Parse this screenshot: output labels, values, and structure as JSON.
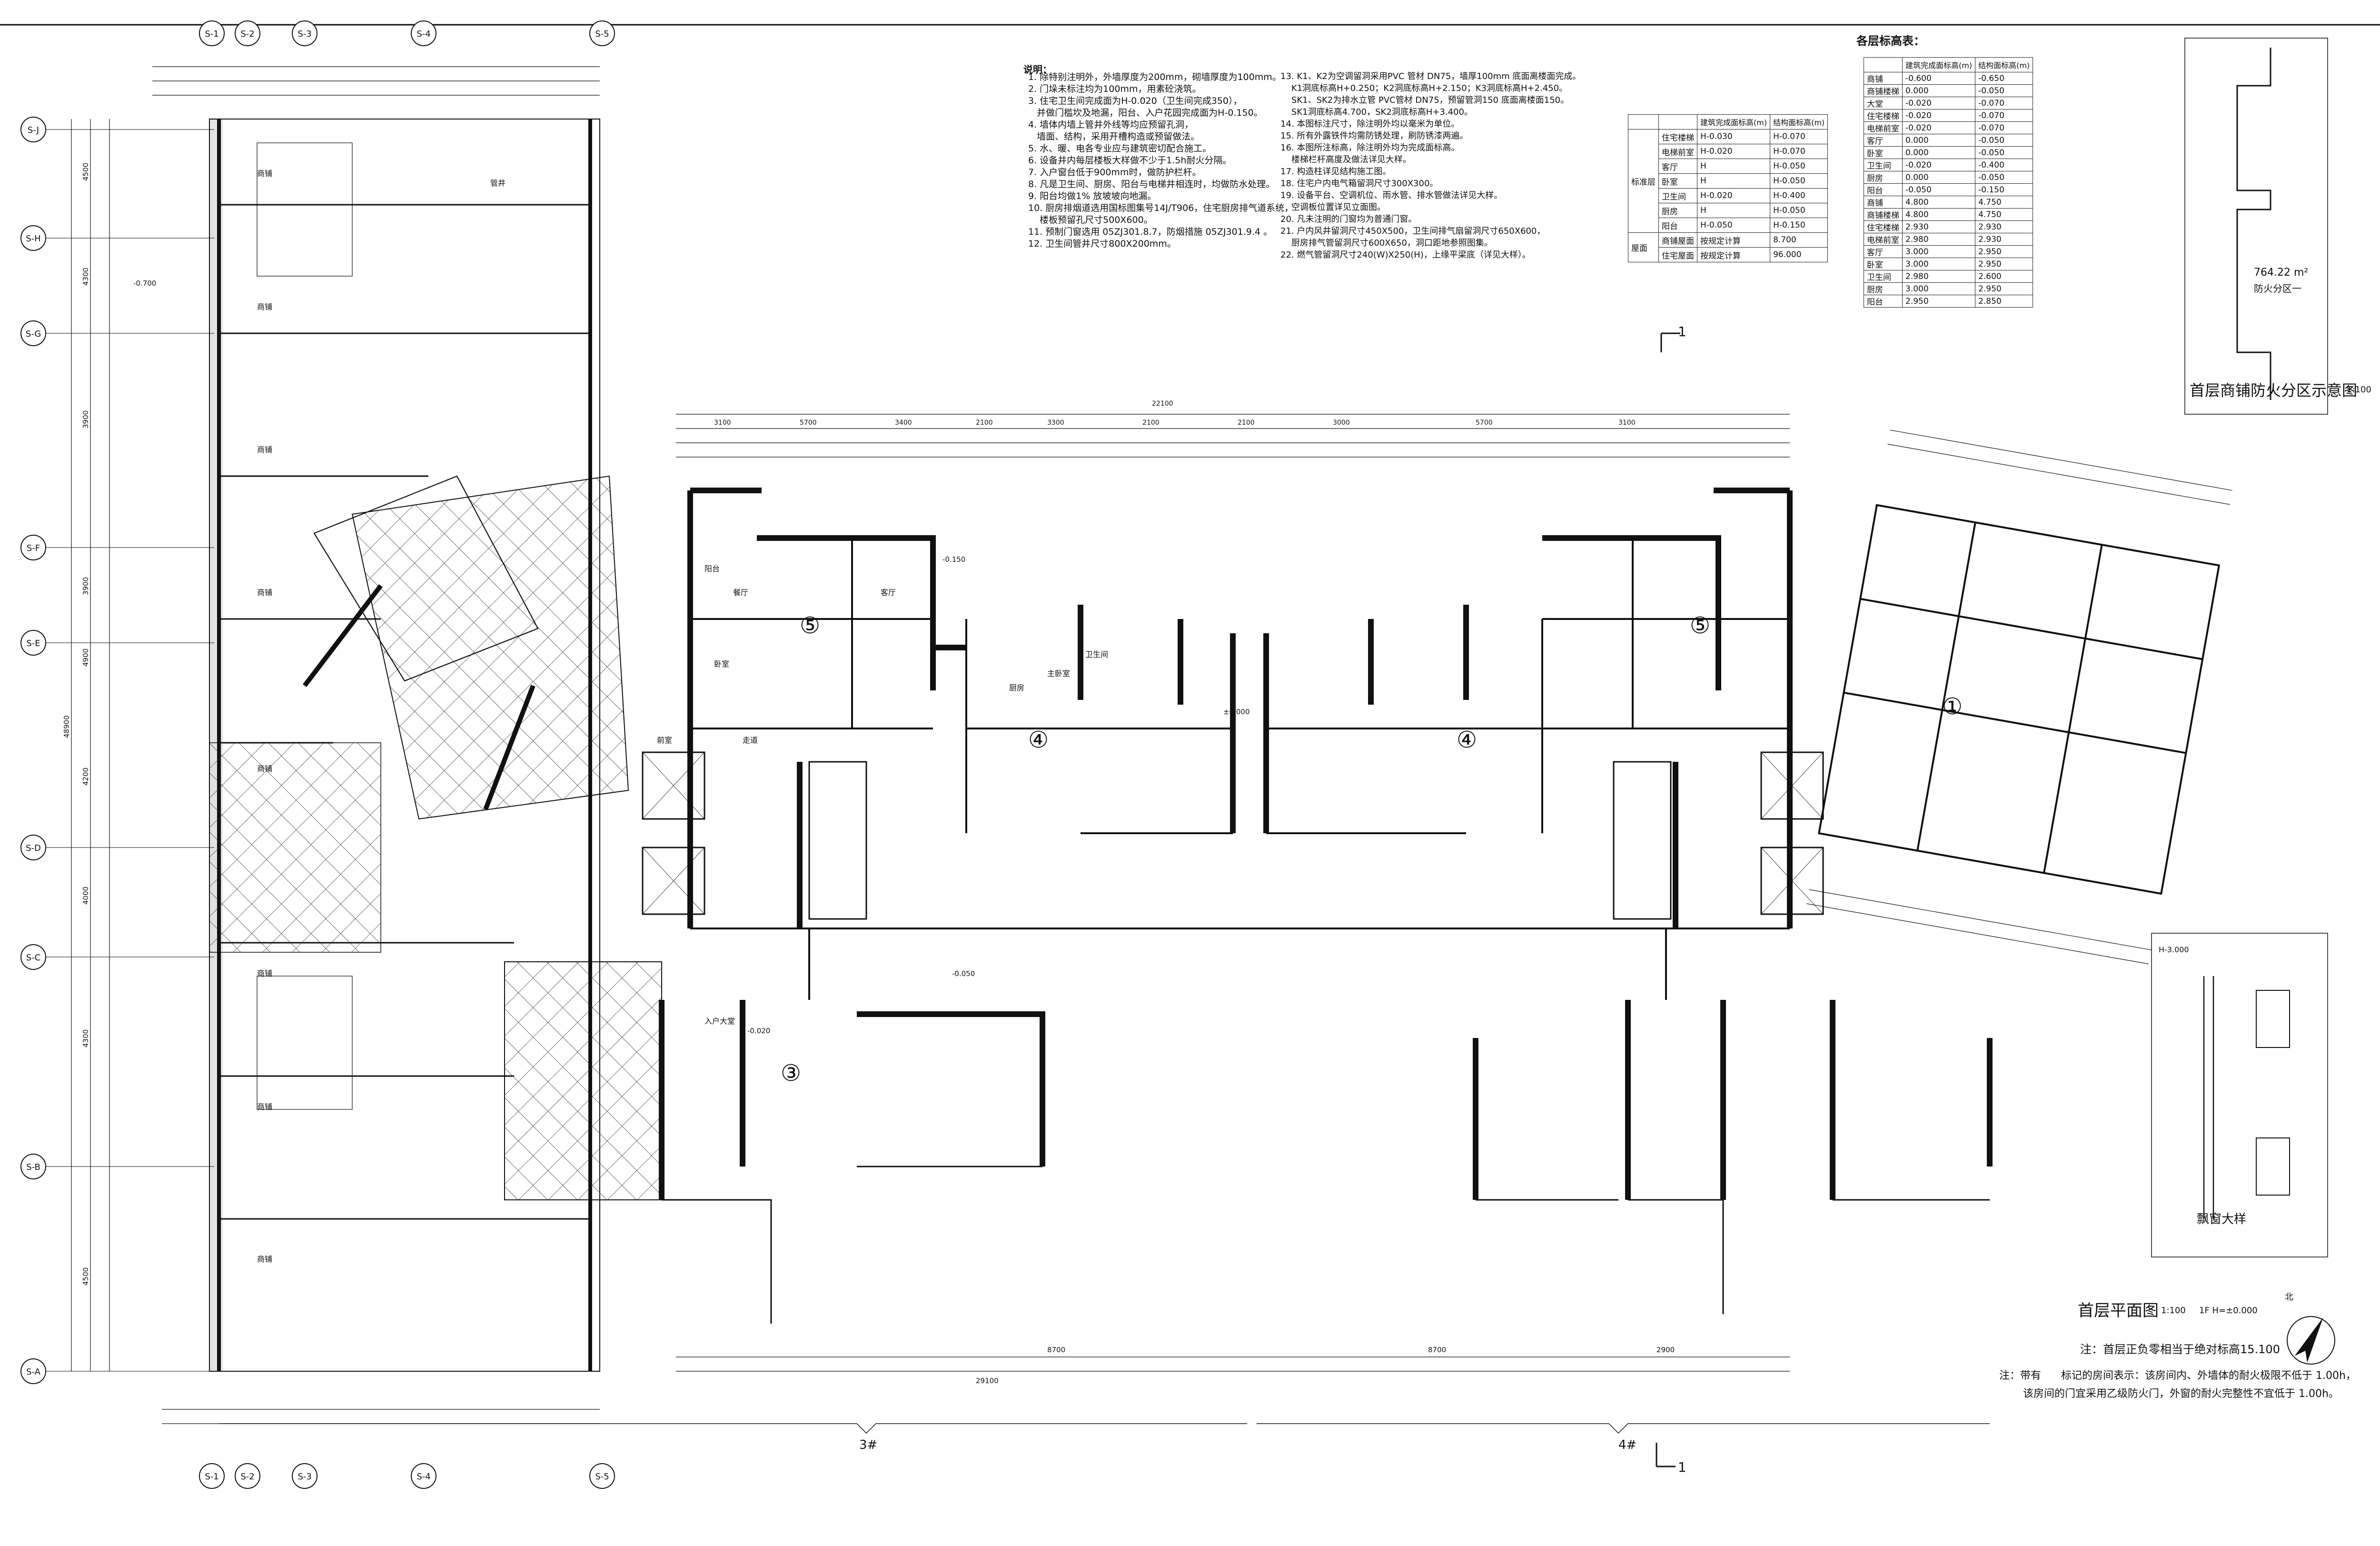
{
  "notes": {
    "heading": "说明：",
    "col1": [
      "1. 除特别注明外，外墙厚度为200mm，砌墙厚度为100mm。",
      "2. 门垛未标注均为100mm，用素砼浇筑。",
      "3. 住宅卫生间完成面为H-0.020（卫生间完成350），",
      "   并做门槛坎及地漏，阳台、入户花园完成面为H-0.150。",
      "4. 墙体内墙上管井外线等均应预留孔洞，",
      "   墙面、结构，采用开槽构造或预留做法。",
      "5. 水、暖、电各专业应与建筑密切配合施工。",
      "6. 设备井内每层楼板大样做不少于1.5h耐火分隔。",
      "7. 入户窗台低于900mm时，做防护栏杆。",
      "8. 凡是卫生间、厨房、阳台与电梯井相连时，均做防水处理。",
      "9. 阳台均做1% 放坡坡向地漏。",
      "10. 厨房排烟道选用国标图集号14J/T906，住宅厨房排气道系统，",
      "    楼板预留孔尺寸500X600。",
      "11. 预制门窗选用 05ZJ301.8.7，防烟措施 05ZJ301.9.4 。",
      "12. 卫生间管井尺寸800X200mm。"
    ],
    "col2": [
      "13. K1、K2为空调留洞采用PVC 管材 DN75，墙厚100mm 底面离楼面完成。",
      "    K1洞底标高H+0.250；K2洞底标高H+2.150；K3洞底标高H+2.450。",
      "    SK1、SK2为排水立管 PVC管材 DN75，预留管洞150 底面离楼面150。",
      "    SK1洞底标高4.700，SK2洞底标高H+3.400。",
      "14. 本图标注尺寸，除注明外均以毫米为单位。",
      "15. 所有外露铁件均需防锈处理，刷防锈漆两遍。",
      "16. 本图所注标高，除注明外均为完成面标高。",
      "    楼梯栏杆高度及做法详见大样。",
      "17. 构造柱详见结构施工图。",
      "18. 住宅户内电气箱留洞尺寸300X300。",
      "19. 设备平台、空调机位、雨水管、排水管做法详见大样。",
      "    空调板位置详见立面图。",
      "20. 凡未注明的门窗均为普通门窗。",
      "21. 户内风井留洞尺寸450X500，卫生间排气扇留洞尺寸650X600，",
      "    厨房排气管留洞尺寸600X650，洞口距地参照图集。",
      "22. 燃气管留洞尺寸240(W)X250(H)，上缘平梁底（详见大样）。"
    ]
  },
  "elevation_table": {
    "title": "各层标高表：",
    "headers": [
      "",
      "",
      "建筑完成面标高(m)",
      "结构面标高(m)"
    ],
    "rows": [
      [
        "住宅楼梯",
        "H-0.030",
        "H-0.070"
      ],
      [
        "电梯前室",
        "H-0.020",
        "H-0.070"
      ],
      [
        "客厅",
        "H",
        "H-0.050"
      ],
      [
        "卧室",
        "H",
        "H-0.050"
      ],
      [
        "卫生间",
        "H-0.020",
        "H-0.400"
      ],
      [
        "厨房",
        "H",
        "H-0.050"
      ],
      [
        "阳台",
        "H-0.050",
        "H-0.150"
      ],
      [
        "商铺屋面",
        "按规定计算",
        "8.700"
      ],
      [
        "住宅屋面",
        "按规定计算",
        "96.000"
      ]
    ],
    "group_labels": [
      "标准层",
      "屋面"
    ]
  },
  "elevation_table2": {
    "headers": [
      "",
      "建筑完成面标高(m)",
      "结构面标高(m)"
    ],
    "rows": [
      [
        "商铺",
        "-0.600",
        "-0.650"
      ],
      [
        "商铺楼梯",
        "0.000",
        "-0.050"
      ],
      [
        "大堂",
        "-0.020",
        "-0.070"
      ],
      [
        "住宅楼梯",
        "-0.020",
        "-0.070"
      ],
      [
        "电梯前室",
        "-0.020",
        "-0.070"
      ],
      [
        "客厅",
        "0.000",
        "-0.050"
      ],
      [
        "卧室",
        "0.000",
        "-0.050"
      ],
      [
        "卫生间",
        "-0.020",
        "-0.400"
      ],
      [
        "厨房",
        "0.000",
        "-0.050"
      ],
      [
        "阳台",
        "-0.050",
        "-0.150"
      ],
      [
        "商铺",
        "4.800",
        "4.750"
      ],
      [
        "商铺楼梯",
        "4.800",
        "4.750"
      ],
      [
        "住宅楼梯",
        "2.930",
        "2.930"
      ],
      [
        "电梯前室",
        "2.980",
        "2.930"
      ],
      [
        "客厅",
        "3.000",
        "2.950"
      ],
      [
        "卧室",
        "3.000",
        "2.950"
      ],
      [
        "卫生间",
        "2.980",
        "2.600"
      ],
      [
        "厨房",
        "3.000",
        "2.950"
      ],
      [
        "阳台",
        "2.950",
        "2.850"
      ]
    ]
  },
  "titles": {
    "fire_zone": "首层商铺防火分区示意图",
    "fire_zone_scale": "1:100",
    "fire_zone_area": "764.22",
    "fire_zone_unit": "m²",
    "fire_zone_label": "防火分区一",
    "ground_plan": "首层平面图",
    "ground_plan_scale": "1:100",
    "ground_plan_level": "1F H=±0.000",
    "ground_plan_note": "注：首层正负零相当于绝对标高15.100",
    "bay_window": "飘窗大样",
    "bay_level": "H-3.000",
    "north": "北",
    "building_3": "3#",
    "building_4": "4#",
    "section_mark": "1"
  },
  "footnote": {
    "line1": "注：带有      标记的房间表示：该房间内、外墙体的耐火极限不低于 1.00h，",
    "line2": "该房间的门宜采用乙级防火门，外窗的耐火完整性不宜低于 1.00h。"
  },
  "axes": {
    "top_left": [
      "S-1",
      "S-2",
      "S-3",
      "S-4",
      "S-5"
    ],
    "left": [
      "S-J",
      "S-H",
      "S-G",
      "S-F",
      "S-E",
      "S-D",
      "S-C",
      "S-B",
      "S-A"
    ]
  },
  "plan": {
    "unit_numbers": [
      "⑤",
      "④",
      "④",
      "⑤",
      "①",
      "③"
    ],
    "room_labels": [
      "商铺",
      "餐厅",
      "客厅",
      "卧室",
      "厨房",
      "卫生间",
      "阳台",
      "主卧室",
      "入户大堂",
      "管井",
      "走道",
      "前室"
    ],
    "dims_top": [
      "3100",
      "5700",
      "3400",
      "2100",
      "3300",
      "2100",
      "2100",
      "3000",
      "5700",
      "3100",
      "22100"
    ],
    "levels": [
      "-0.700",
      "-0.150",
      "-0.020",
      "±0.000",
      "-0.050"
    ],
    "dims_bottom": [
      "8700",
      "29100",
      "2900",
      "8700"
    ],
    "dims_left": [
      "48900",
      "4500",
      "4300",
      "3900",
      "3900",
      "4900",
      "4200",
      "4000",
      "4300",
      "4500"
    ]
  }
}
